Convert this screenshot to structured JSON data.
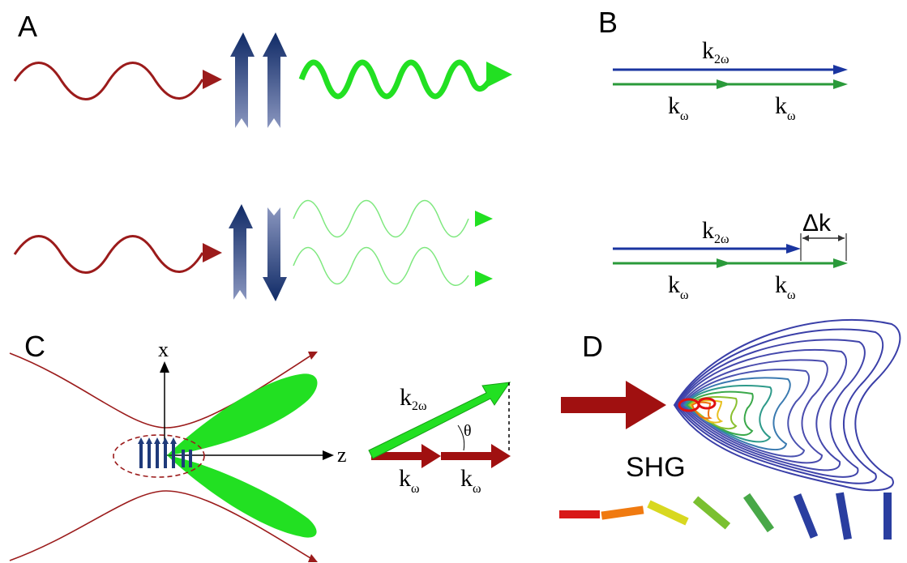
{
  "panels": {
    "a": "A",
    "b": "B",
    "c": "C",
    "d": "D"
  },
  "panel_b": {
    "top": {
      "k2w_main": "k",
      "k2w_sub": "2ω",
      "kw1_main": "k",
      "kw1_sub": "ω",
      "kw2_main": "k",
      "kw2_sub": "ω"
    },
    "bottom": {
      "k2w_main": "k",
      "k2w_sub": "2ω",
      "kw1_main": "k",
      "kw1_sub": "ω",
      "kw2_main": "k",
      "kw2_sub": "ω",
      "delta_k": "Δk"
    }
  },
  "panel_c": {
    "x_axis": "x",
    "z_axis": "z",
    "k2w_main": "k",
    "k2w_sub": "2ω",
    "theta": "θ",
    "kw1_main": "k",
    "kw1_sub": "ω",
    "kw2_main": "k",
    "kw2_sub": "ω"
  },
  "panel_d": {
    "label": "SHG"
  },
  "colors": {
    "red_wave": "#9b1b1b",
    "dark_red": "#a01010",
    "navy": "#1f3a7a",
    "green": "#22e022",
    "blue_line": "#1a35a0",
    "green_line": "#2a9a3a"
  }
}
